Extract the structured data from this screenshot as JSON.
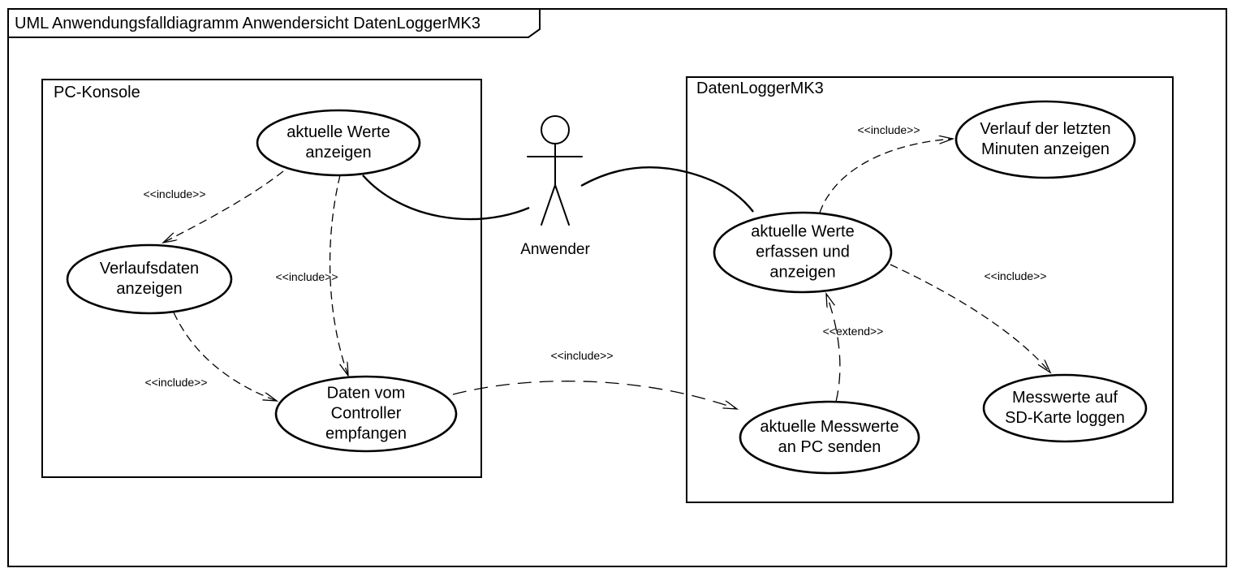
{
  "frame": {
    "title": "UML Anwendungsfalldiagramm Anwendersicht DatenLoggerMK3"
  },
  "systems": {
    "pc_konsole": {
      "label": "PC-Konsole"
    },
    "datenlogger": {
      "label": "DatenLoggerMK3"
    }
  },
  "actor": {
    "name": "Anwender"
  },
  "use_cases": {
    "aktuelle_werte_anzeigen": {
      "label": "aktuelle Werte\nanzeigen",
      "system": "PC-Konsole"
    },
    "verlaufsdaten_anzeigen": {
      "label": "Verlaufsdaten\nanzeigen",
      "system": "PC-Konsole"
    },
    "daten_vom_controller_empfangen": {
      "label": "Daten vom\nController\nempfangen",
      "system": "PC-Konsole"
    },
    "verlauf_der_letzten_minuten_anzeigen": {
      "label": "Verlauf der letzten\nMinuten anzeigen",
      "system": "DatenLoggerMK3"
    },
    "aktuelle_werte_erfassen_und_anzeigen": {
      "label": "aktuelle Werte\nerfassen und\nanzeigen",
      "system": "DatenLoggerMK3"
    },
    "aktuelle_messwerte_an_pc_senden": {
      "label": "aktuelle Messwerte\nan PC senden",
      "system": "DatenLoggerMK3"
    },
    "messwerte_auf_sd_karte_loggen": {
      "label": "Messwerte auf\nSD-Karte loggen",
      "system": "DatenLoggerMK3"
    }
  },
  "relationships": [
    {
      "from": "aktuelle_werte_anzeigen",
      "to": "verlaufsdaten_anzeigen",
      "type": "include",
      "label": "<<include>>"
    },
    {
      "from": "aktuelle_werte_anzeigen",
      "to": "daten_vom_controller_empfangen",
      "type": "include",
      "label": "<<include>>"
    },
    {
      "from": "verlaufsdaten_anzeigen",
      "to": "daten_vom_controller_empfangen",
      "type": "include",
      "label": "<<include>>"
    },
    {
      "from": "daten_vom_controller_empfangen",
      "to": "aktuelle_messwerte_an_pc_senden",
      "type": "include",
      "label": "<<include>>"
    },
    {
      "from": "aktuelle_werte_erfassen_und_anzeigen",
      "to": "verlauf_der_letzten_minuten_anzeigen",
      "type": "include",
      "label": "<<include>>"
    },
    {
      "from": "aktuelle_werte_erfassen_und_anzeigen",
      "to": "messwerte_auf_sd_karte_loggen",
      "type": "include",
      "label": "<<include>>"
    },
    {
      "from": "aktuelle_messwerte_an_pc_senden",
      "to": "aktuelle_werte_erfassen_und_anzeigen",
      "type": "extend",
      "label": "<<extend>>"
    },
    {
      "from": "Anwender",
      "to": "aktuelle_werte_anzeigen",
      "type": "association",
      "label": ""
    },
    {
      "from": "Anwender",
      "to": "aktuelle_werte_erfassen_und_anzeigen",
      "type": "association",
      "label": ""
    }
  ],
  "colors": {
    "ink": "#000000",
    "background": "#ffffff"
  }
}
